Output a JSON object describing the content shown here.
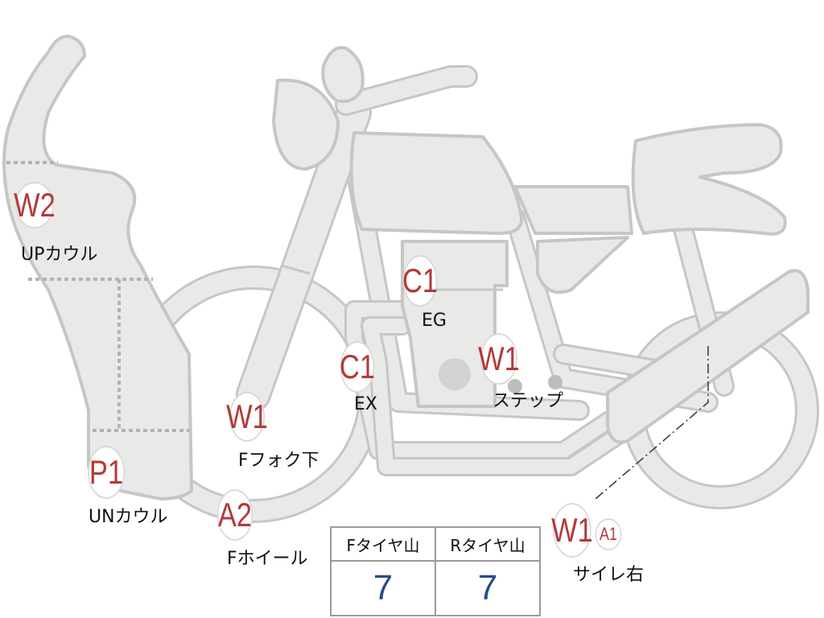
{
  "points": [
    {
      "id": "upcowl",
      "code": "W2",
      "label": "UPカウル"
    },
    {
      "id": "undercowl",
      "code": "P1",
      "label": "UNカウル"
    },
    {
      "id": "ffork",
      "code": "W1",
      "label": "Fフォク下"
    },
    {
      "id": "fwheel",
      "code": "A2",
      "label": "Fホイール"
    },
    {
      "id": "exhaust",
      "code": "C1",
      "label": "EX"
    },
    {
      "id": "engine",
      "code": "C1",
      "label": "EG"
    },
    {
      "id": "step",
      "code": "W1",
      "label": "ステップ"
    },
    {
      "id": "muffler",
      "code": "W1",
      "code2": "A1",
      "label": "サイレ右"
    }
  ],
  "tire_table": {
    "headers": [
      "Fタイヤ山",
      "Rタイヤ山"
    ],
    "values": [
      "7",
      "7"
    ]
  },
  "colors": {
    "part_fill": "#e9e9e7",
    "part_stroke": "#c6c6c4",
    "code_text": "#b23a3a",
    "value_text": "#2b4a8a"
  }
}
